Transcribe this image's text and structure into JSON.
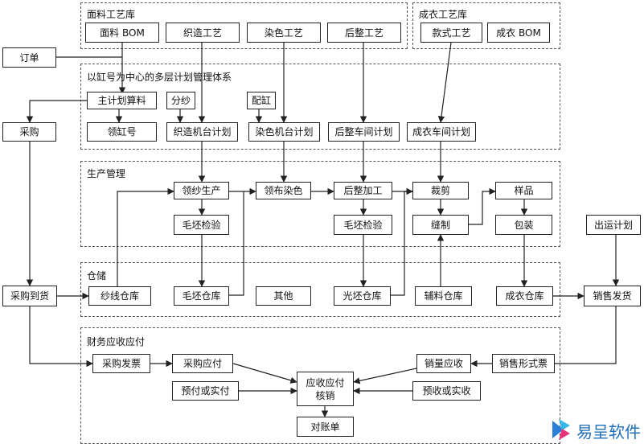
{
  "groups": {
    "fabric_lib": "面料工艺库",
    "garment_lib": "成衣工艺库",
    "planning": "以缸号为中心的多层计划管理体系",
    "production": "生产管理",
    "warehouse": "仓储",
    "finance": "财务应收应付"
  },
  "nodes": {
    "fabric_bom": "面料 BOM",
    "weaving_tech": "织造工艺",
    "dyeing_tech": "染色工艺",
    "finishing_tech": "后整工艺",
    "style_tech": "款式工艺",
    "garment_bom": "成衣 BOM",
    "order": "订单",
    "master_calc": "主计划算料",
    "yarn_alloc": "分纱",
    "vat_alloc": "配缸",
    "vat_number": "领缸号",
    "weaving_plan": "织造机台计划",
    "dyeing_plan": "染色机台计划",
    "finishing_plan": "后整车间计划",
    "garment_plan": "成衣车间计划",
    "purchase": "采购",
    "yarn_production": "领纱生产",
    "cloth_dyeing": "领布染色",
    "finishing_process": "后整加工",
    "cutting": "裁剪",
    "sample": "样品",
    "greige_inspect_1": "毛坯检验",
    "greige_inspect_2": "毛坯检验",
    "sewing": "缝制",
    "packaging": "包装",
    "shipping_plan": "出运计划",
    "purchase_arrival": "采购到货",
    "yarn_wh": "纱线仓库",
    "greige_wh": "毛坯仓库",
    "other_wh": "其他",
    "finished_wh": "光坯仓库",
    "accessory_wh": "辅料仓库",
    "garment_wh": "成衣仓库",
    "sales_ship": "销售发货",
    "purchase_invoice": "采购发票",
    "purchase_payable": "采购应付",
    "prepaid": "预付或实付",
    "settle": "应收应付核销",
    "reconcile": "对账单",
    "sales_receivable": "销量应收",
    "sales_invoice": "销售形式票",
    "advance_received": "预收或实收"
  },
  "logo": {
    "text": "易呈软件",
    "mark_colors": [
      "#2b7fd6",
      "#e8337a",
      "#36b8e8"
    ]
  },
  "colors": {
    "line": "#222222",
    "dash": "#555555",
    "brand": "#1f6fb8"
  }
}
